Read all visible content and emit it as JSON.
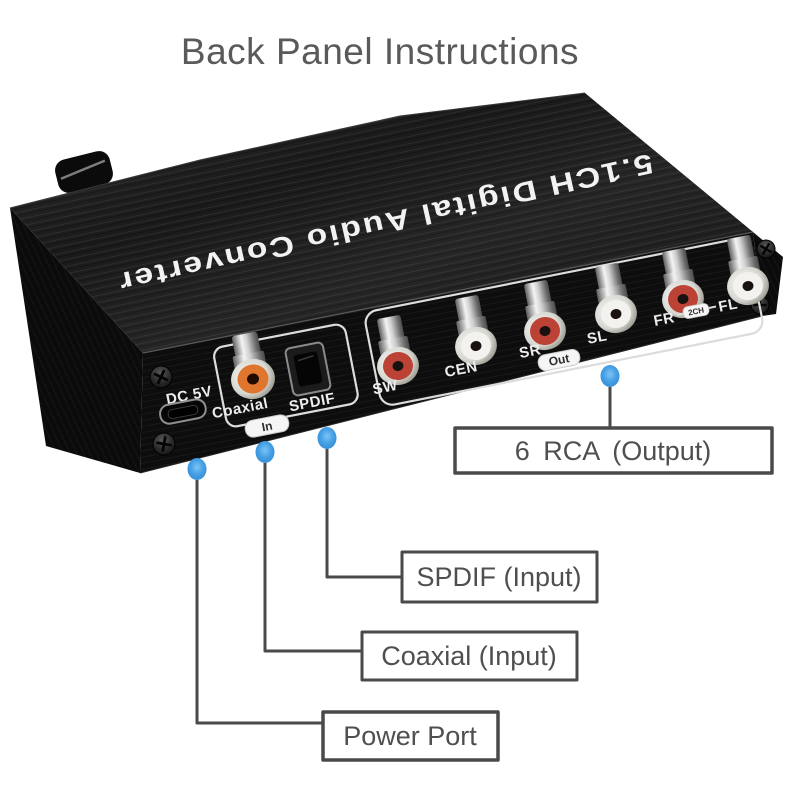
{
  "title": "Back Panel Instructions",
  "device": {
    "top_label": "5.1CH Digital Audio Converter",
    "panel": {
      "dc_label": "DC 5V",
      "input_group": {
        "coaxial_label": "Coaxial",
        "spdif_label": "SPDIF",
        "badge": "In"
      },
      "output_group": {
        "badge": "Out",
        "channel_badge": "2CH",
        "jacks": [
          {
            "label": "SW",
            "ring_color": "#bb4234"
          },
          {
            "label": "CEN",
            "ring_color": "#f3f2ee"
          },
          {
            "label": "SR",
            "ring_color": "#bb4234"
          },
          {
            "label": "SL",
            "ring_color": "#f3f2ee"
          },
          {
            "label": "FR",
            "ring_color": "#bb4234"
          },
          {
            "label": "FL",
            "ring_color": "#f3f2ee"
          }
        ]
      }
    }
  },
  "callouts": {
    "rca_output": {
      "label": "6 RCA (Output)"
    },
    "spdif": {
      "label": "SPDIF (Input)"
    },
    "coaxial": {
      "label": "Coaxial (Input)"
    },
    "power": {
      "label": "Power Port"
    }
  },
  "colors": {
    "annotation_line": "#4a4a4a",
    "annotation_text": "#4f4f4f",
    "title_text": "#5a5a5a",
    "callout_dot": "#45a1e8",
    "coaxial_orange": "#e0762e",
    "rca_red": "#bb4234",
    "rca_white": "#f3f2ee",
    "device_black": "#141414",
    "panel_text": "#ededed"
  }
}
